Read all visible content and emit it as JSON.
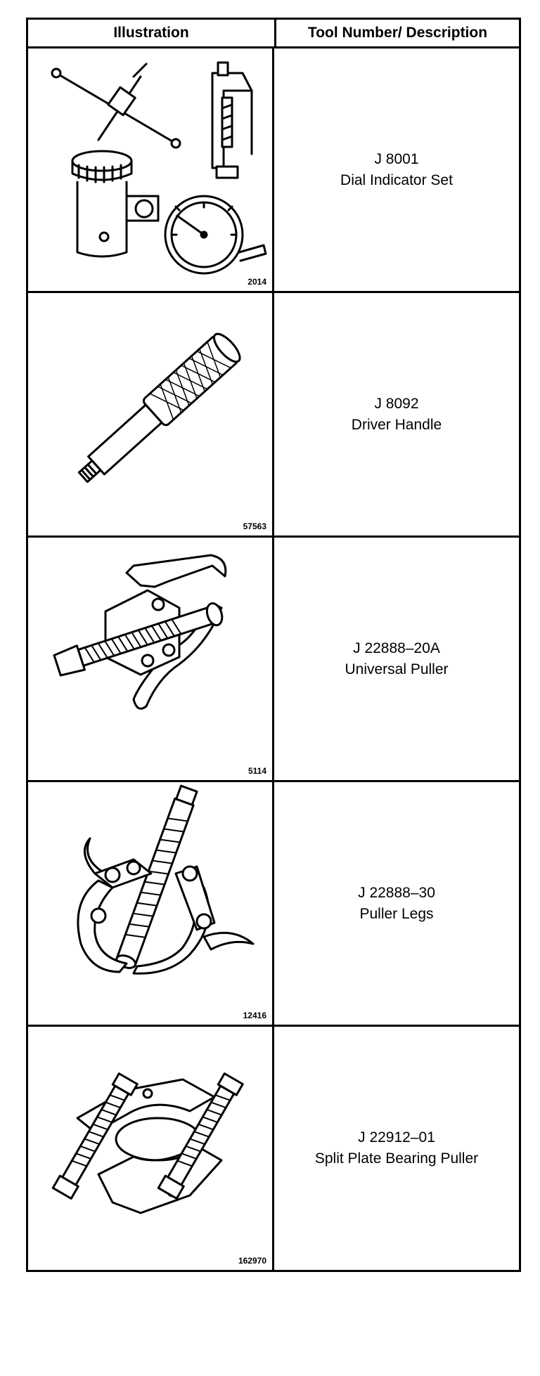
{
  "table": {
    "header": {
      "illustration": "Illustration",
      "description": "Tool Number/ Description"
    },
    "rows": [
      {
        "figure_id": "2014",
        "tool_number": "J 8001",
        "description": "Dial Indicator Set",
        "illustration_subject": "dial-indicator-set-drawing"
      },
      {
        "figure_id": "57563",
        "tool_number": "J 8092",
        "description": "Driver Handle",
        "illustration_subject": "driver-handle-drawing"
      },
      {
        "figure_id": "5114",
        "tool_number": "J 22888–20A",
        "description": "Universal Puller",
        "illustration_subject": "universal-puller-drawing"
      },
      {
        "figure_id": "12416",
        "tool_number": "J 22888–30",
        "description": "Puller Legs",
        "illustration_subject": "puller-legs-drawing"
      },
      {
        "figure_id": "162970",
        "tool_number": "J 22912–01",
        "description": "Split Plate Bearing Puller",
        "illustration_subject": "split-plate-bearing-puller-drawing"
      }
    ]
  }
}
